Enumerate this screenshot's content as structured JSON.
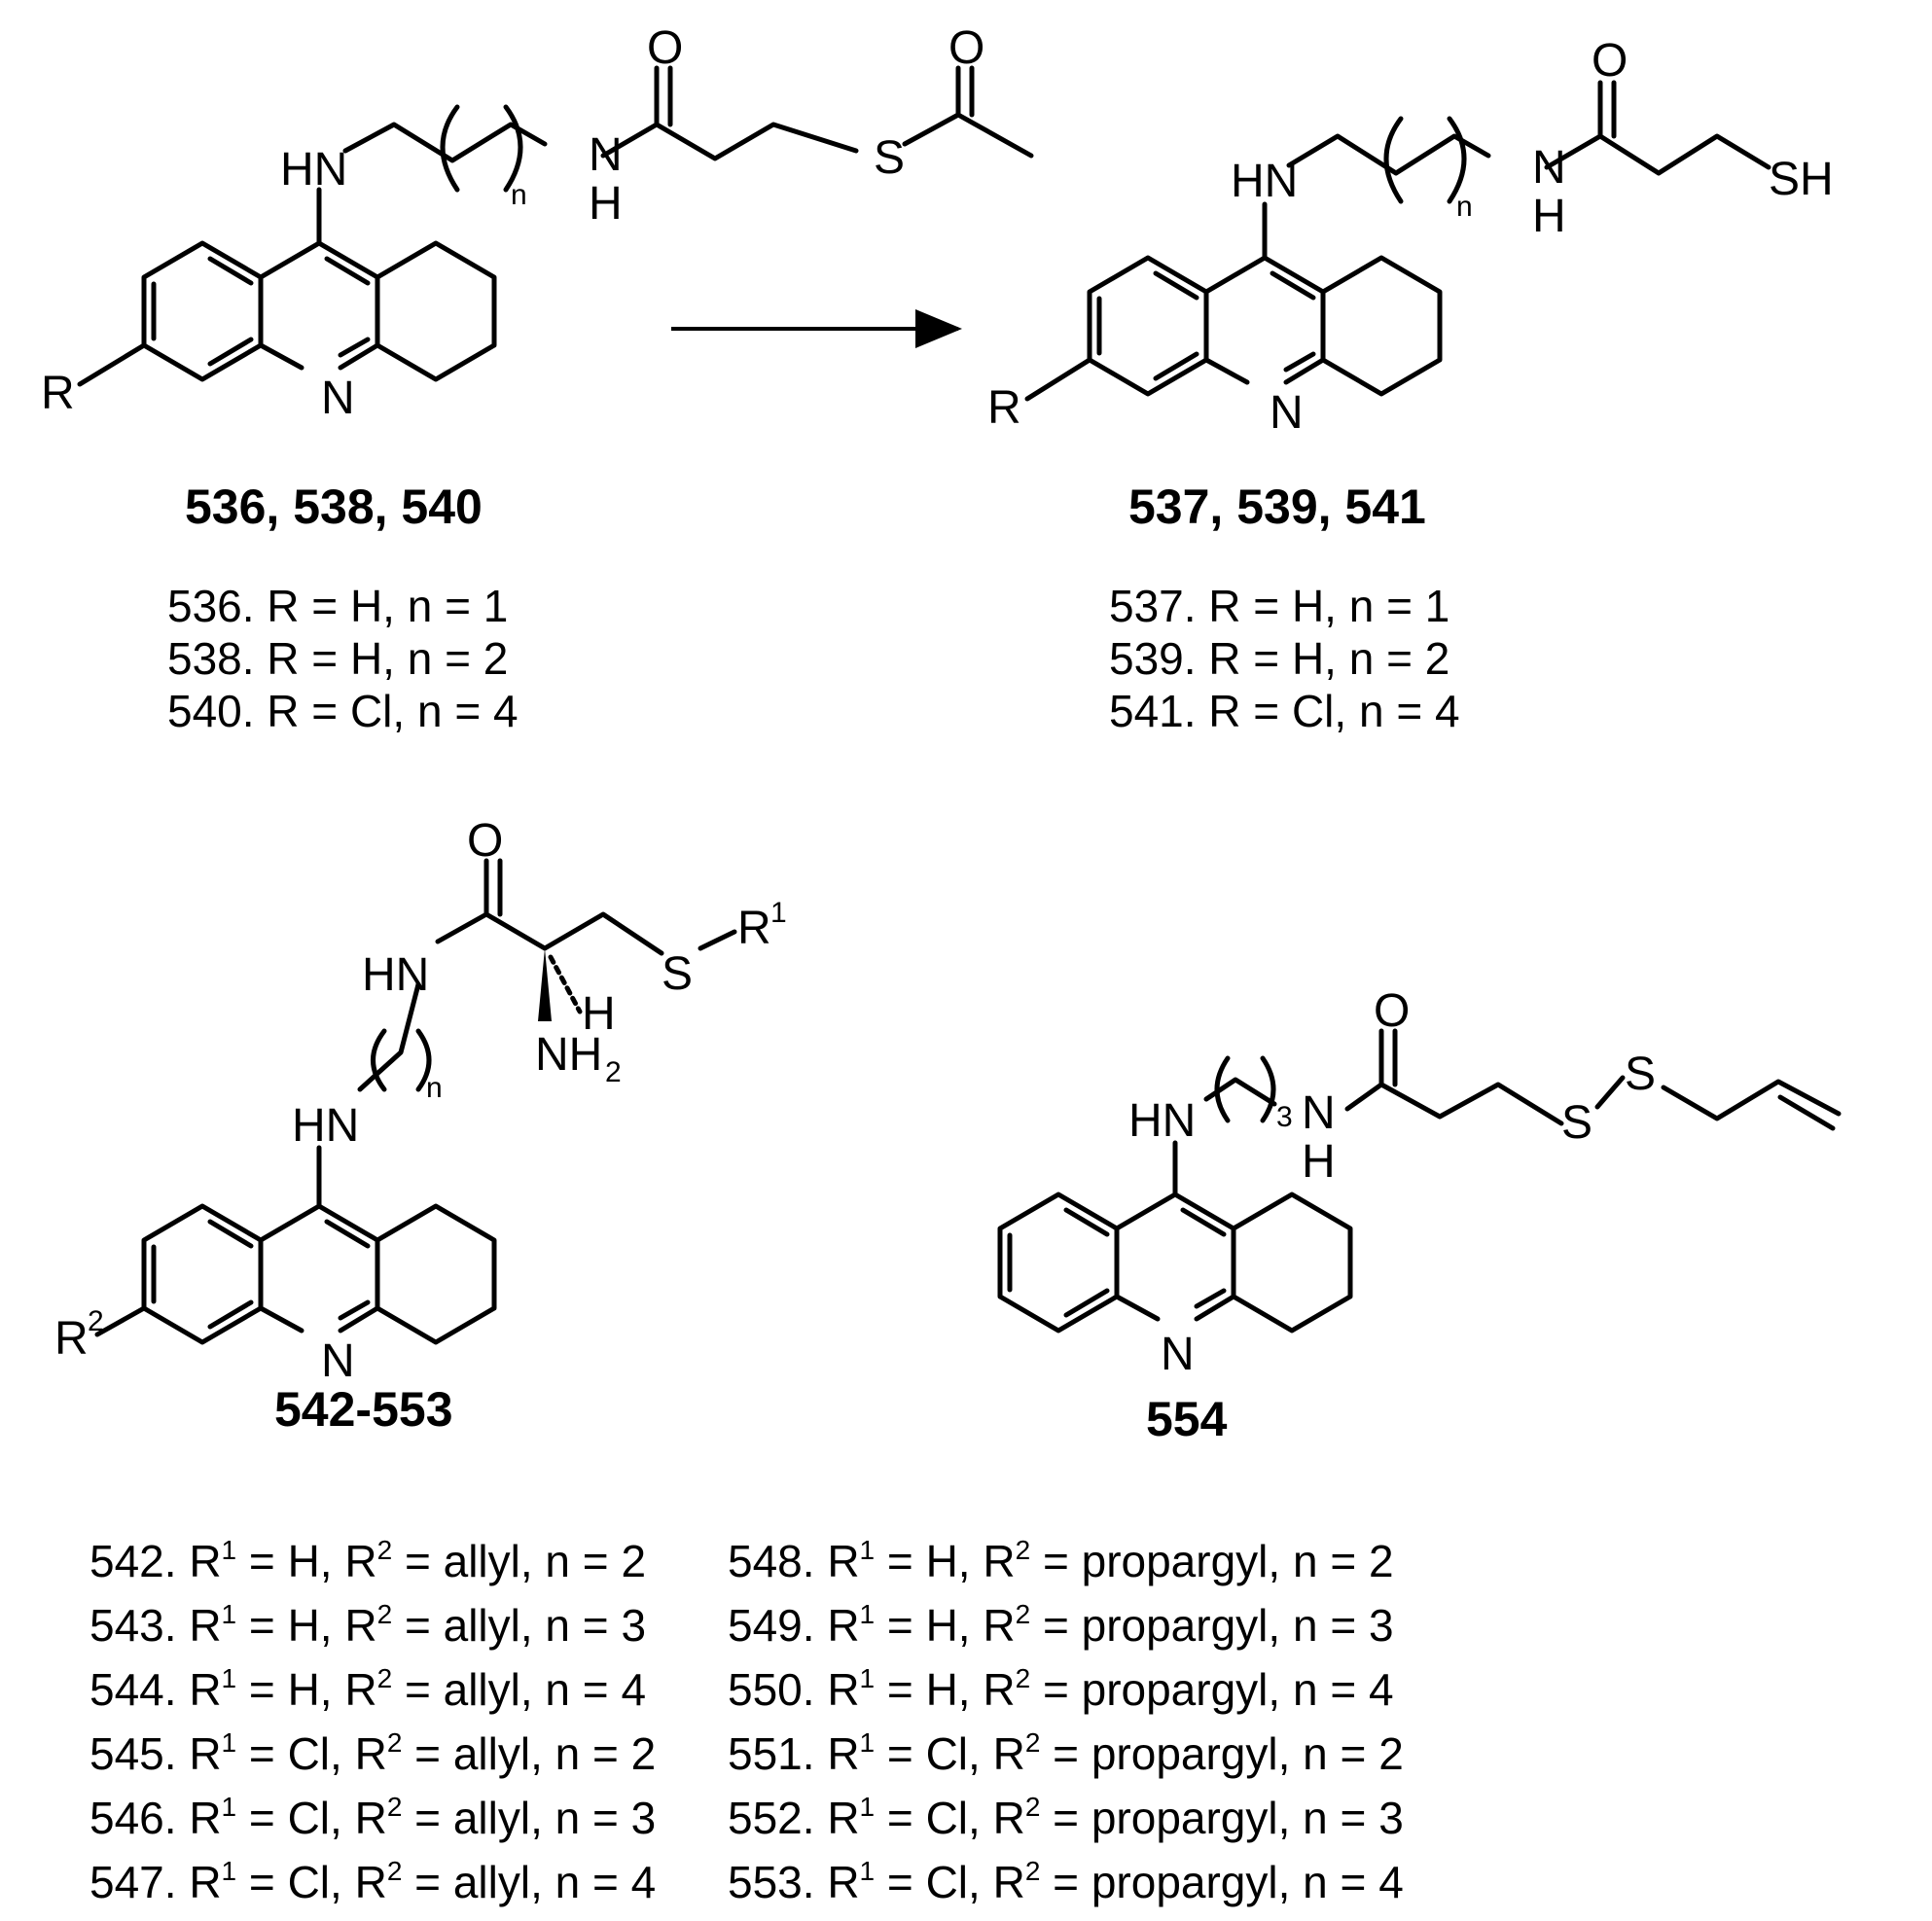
{
  "atoms": {
    "hn": "HN",
    "n": "N",
    "h": "H",
    "o": "O",
    "s": "S",
    "sh": "SH",
    "r": "R",
    "r_sup": "",
    "r1_sup": "1",
    "r2_sup": "2",
    "nh": "NH",
    "nh2_sub": "2",
    "sub_n": "n",
    "sub_3": "3"
  },
  "compounds": {
    "top_left": "536, 538, 540",
    "top_right": "537, 539, 541",
    "bottom_left": "542-553",
    "bottom_right": "554"
  },
  "variants_top_left": [
    "536. R = H, n = 1",
    "538. R = H, n = 2",
    "540. R = Cl, n = 4"
  ],
  "variants_top_right": [
    "537. R = H, n = 1",
    "539. R = H, n = 2",
    "541. R = Cl, n = 4"
  ],
  "variants_table": {
    "left": [
      {
        "id": "542.",
        "r1": "H",
        "r2": "allyl",
        "n": "2"
      },
      {
        "id": "543.",
        "r1": "H",
        "r2": "allyl",
        "n": "3"
      },
      {
        "id": "544.",
        "r1": "H",
        "r2": "allyl",
        "n": "4"
      },
      {
        "id": "545.",
        "r1": "Cl",
        "r2": "allyl",
        "n": "2"
      },
      {
        "id": "546.",
        "r1": "Cl",
        "r2": "allyl",
        "n": "3"
      },
      {
        "id": "547.",
        "r1": "Cl",
        "r2": "allyl",
        "n": "4"
      }
    ],
    "right": [
      {
        "id": "548.",
        "r1": "H",
        "r2": "propargyl",
        "n": "2"
      },
      {
        "id": "549.",
        "r1": "H",
        "r2": "propargyl",
        "n": "3"
      },
      {
        "id": "550.",
        "r1": "H",
        "r2": "propargyl",
        "n": "4"
      },
      {
        "id": "551.",
        "r1": "Cl",
        "r2": "propargyl",
        "n": "2"
      },
      {
        "id": "552.",
        "r1": "Cl",
        "r2": "propargyl",
        "n": "3"
      },
      {
        "id": "553.",
        "r1": "Cl",
        "r2": "propargyl",
        "n": "4"
      }
    ]
  },
  "labels": {
    "r1": "R",
    "r2": "R",
    "eq": "=",
    "n_eq": "n ="
  }
}
